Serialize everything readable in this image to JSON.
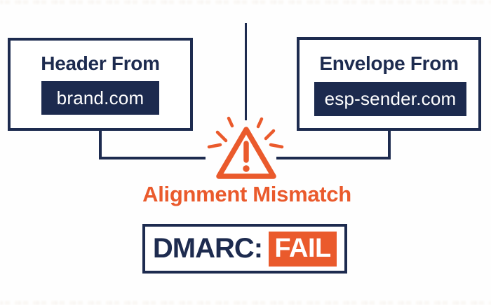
{
  "diagram": {
    "header_from": {
      "title": "Header From",
      "domain": "brand.com"
    },
    "envelope_from": {
      "title": "Envelope From",
      "domain": "esp-sender.com"
    },
    "warning": {
      "icon": "alert-triangle",
      "label": "Alignment Mismatch"
    },
    "result": {
      "label": "DMARC:",
      "status": "FAIL"
    }
  },
  "colors": {
    "navy": "#1D2B4F",
    "domain_chip_bg": "#1C2A4E",
    "orange": "#EA5A2C",
    "fail_badge_bg": "#EA5A2C",
    "text_on_dark": "#FFFFFF",
    "background": "#FEFEFE"
  }
}
